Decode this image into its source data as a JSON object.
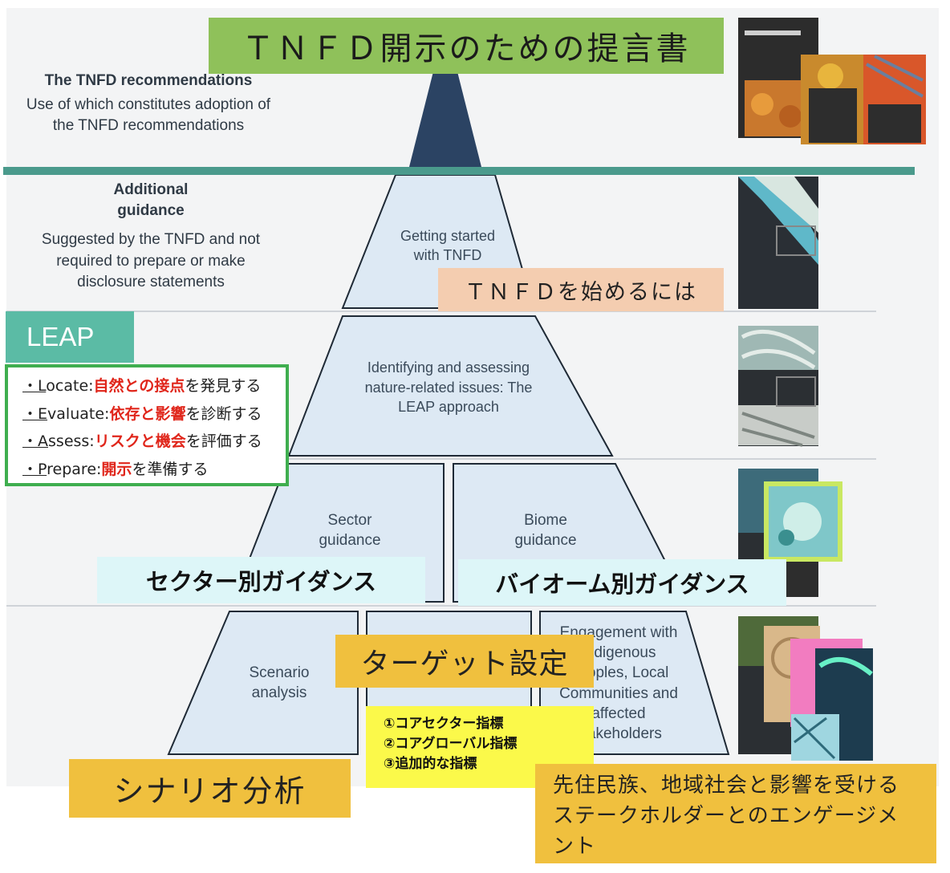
{
  "title_banner": "ＴＮＦＤ開示のための提言書",
  "tiers": {
    "top": {
      "heading": "The TNFD recommendations",
      "description": "Use of which constitutes adoption of the TNFD recommendations"
    },
    "additional": {
      "heading": "Additional guidance",
      "description": "Suggested by the TNFD and not required to prepare or make disclosure statements"
    }
  },
  "pyramid": {
    "getting_started": "Getting started with TNFD",
    "leap": "Identifying and assessing nature-related issues: The LEAP approach",
    "sector": "Sector guidance",
    "biome": "Biome guidance",
    "scenario": "Scenario analysis",
    "engagement": "Engagement with Indigenous Peoples, Local Communities and affected stakeholders"
  },
  "jp_labels": {
    "getting_started": "ＴＮＦＤを始めるには",
    "sector": "セクター別ガイダンス",
    "biome": "バイオーム別ガイダンス",
    "target": "ターゲット設定",
    "scenario": "シナリオ分析",
    "engagement": "先住民族、地域社会と影響を受けるステークホルダーとのエンゲージメント"
  },
  "leap": {
    "title": "LEAP",
    "items": [
      {
        "bullet": "・",
        "initial": "L",
        "rest": "ocate:",
        "highlight": "自然との接点",
        "tail": "を発見する"
      },
      {
        "bullet": "・",
        "initial": "E",
        "rest": "valuate:",
        "highlight": "依存と影響",
        "tail": "を診断する"
      },
      {
        "bullet": "・",
        "initial": "A",
        "rest": "ssess:",
        "highlight": "リスクと機会",
        "tail": "を評価する"
      },
      {
        "bullet": "・",
        "initial": "P",
        "rest": "repare:",
        "highlight": "開示",
        "tail": "を準備する"
      }
    ]
  },
  "metrics": [
    "①コアセクター指標",
    "②コアグローバル指標",
    "③追加的な指標"
  ],
  "colors": {
    "background_panel": "#f3f4f5",
    "pyramid_top": "#2b4363",
    "pyramid_tier": "#dde9f4",
    "pyramid_outline": "#1f2a36",
    "divider": "#4a9a8c",
    "title_banner": "#8fc15a",
    "peach_label": "#f4cdb0",
    "cyan_label": "#ddf6f8",
    "yellow_label": "#f0c03e",
    "bright_yellow": "#fbf94a",
    "leap_title": "#5bbba5",
    "leap_border": "#3fae4f",
    "highlight_red": "#e0261b"
  }
}
